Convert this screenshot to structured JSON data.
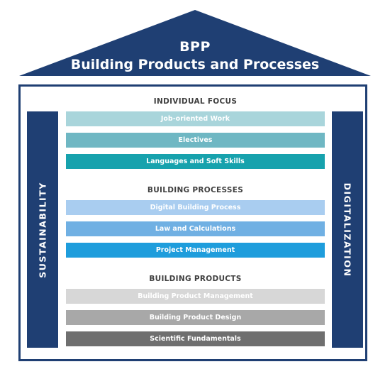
{
  "roof": {
    "acronym": "BPP",
    "name": "Building Products and Processes",
    "color": "#1f3f73"
  },
  "pillars": {
    "left": "SUSTAINABILITY",
    "right": "DIGITALIZATION",
    "color": "#1f3f73"
  },
  "sections": [
    {
      "title": "INDIVIDUAL FOCUS",
      "items": [
        {
          "label": "Job-oriented Work",
          "color": "#a9d5db"
        },
        {
          "label": "Electives",
          "color": "#6fb7c3"
        },
        {
          "label": "Languages and Soft Skills",
          "color": "#17a2ad"
        }
      ]
    },
    {
      "title": "BUILDING PROCESSES",
      "items": [
        {
          "label": "Digital Building Process",
          "color": "#a9cdf0"
        },
        {
          "label": "Law and Calculations",
          "color": "#70b0e3"
        },
        {
          "label": "Project Management",
          "color": "#1e9ddc"
        }
      ]
    },
    {
      "title": "BUILDING PRODUCTS",
      "items": [
        {
          "label": "Building Product Management",
          "color": "#d7d7d7"
        },
        {
          "label": "Building Product Design",
          "color": "#a8a8a8"
        },
        {
          "label": "Scientific Fundamentals",
          "color": "#6f6f6f"
        }
      ]
    }
  ]
}
